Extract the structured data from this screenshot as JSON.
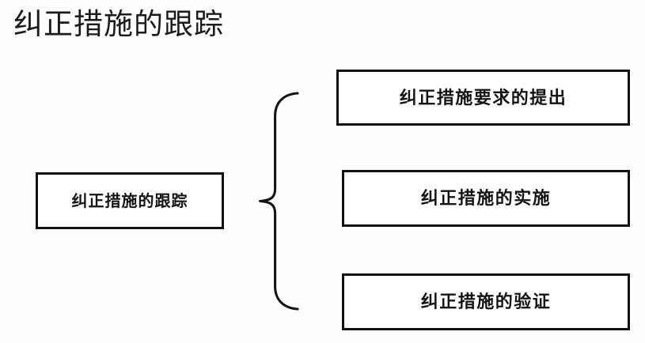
{
  "page": {
    "title": "纠正措施的跟踪",
    "background_color": "#fefefe",
    "text_color": "#1b1b1b",
    "line_color": "#111111"
  },
  "diagram": {
    "type": "bracket-breakdown",
    "root": {
      "label": "纠正措施的跟踪"
    },
    "connector": {
      "icon": "curly-brace-icon",
      "orientation": "left-pointing",
      "color": "#141414"
    },
    "stages": [
      {
        "label": "纠正措施要求的提出"
      },
      {
        "label": "纠正措施的实施"
      },
      {
        "label": "纠正措施的验证"
      }
    ]
  }
}
